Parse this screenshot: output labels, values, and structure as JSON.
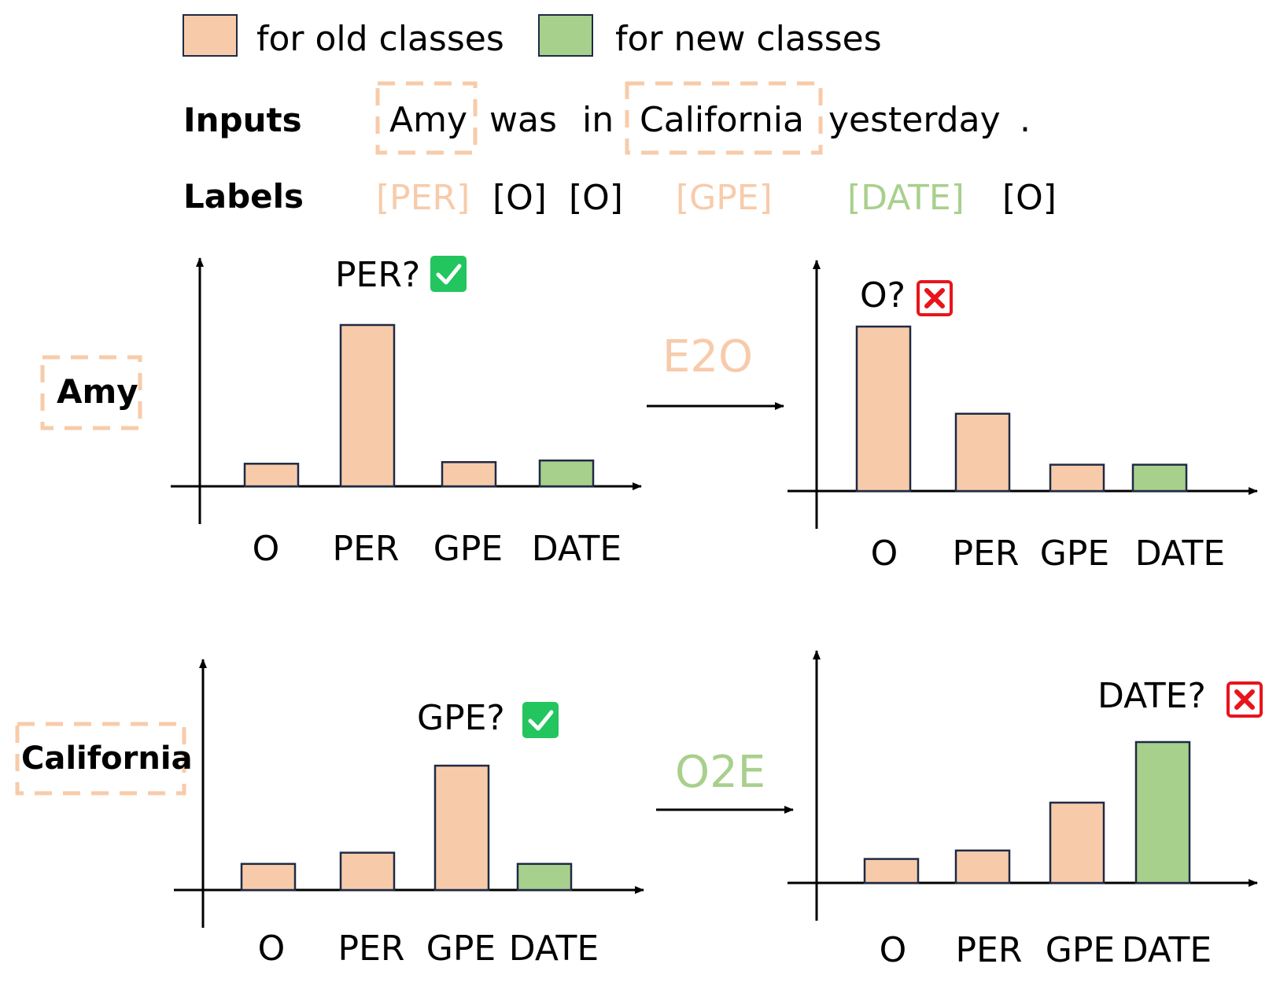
{
  "legend": [
    {
      "label": "for old classes",
      "color": "#F7CBAA"
    },
    {
      "label": "for new classes",
      "color": "#A8D08D"
    }
  ],
  "inputs": {
    "label": "Inputs",
    "tokens": [
      {
        "text": "Amy",
        "boxed": true
      },
      {
        "text": "was",
        "boxed": false
      },
      {
        "text": "in",
        "boxed": false
      },
      {
        "text": "California",
        "boxed": true
      },
      {
        "text": "yesterday",
        "boxed": false
      },
      {
        "text": ".",
        "boxed": false
      }
    ]
  },
  "labels": {
    "label": "Labels",
    "tags": [
      {
        "text": "[PER]",
        "kind": "old"
      },
      {
        "text": "[O]",
        "kind": "plain"
      },
      {
        "text": "[O]",
        "kind": "plain"
      },
      {
        "text": "[GPE]",
        "kind": "old"
      },
      {
        "text": "[DATE]",
        "kind": "new"
      },
      {
        "text": "[O]",
        "kind": "plain"
      }
    ]
  },
  "rows": [
    {
      "entity": "Amy",
      "transform": "E2O",
      "transform_color": "#F7CBAA"
    },
    {
      "entity": "California",
      "transform": "O2E",
      "transform_color": "#A8D08D"
    }
  ],
  "colors": {
    "old": "#F7CBAA",
    "new": "#A8D08D",
    "check": "#22C55E",
    "cross": "#E8141B",
    "bar_stroke": "#1F2A44"
  },
  "chart_data": [
    {
      "type": "bar",
      "categories": [
        "O",
        "PER",
        "GPE",
        "DATE"
      ],
      "values": [
        0.14,
        1.0,
        0.15,
        0.16
      ],
      "series_kind": [
        "old",
        "old",
        "old",
        "new"
      ],
      "annotation": "PER?",
      "correct": true
    },
    {
      "type": "bar",
      "categories": [
        "O",
        "PER",
        "GPE",
        "DATE"
      ],
      "values": [
        1.0,
        0.47,
        0.16,
        0.16
      ],
      "series_kind": [
        "old",
        "old",
        "old",
        "new"
      ],
      "annotation": "O?",
      "correct": false
    },
    {
      "type": "bar",
      "categories": [
        "O",
        "PER",
        "GPE",
        "DATE"
      ],
      "values": [
        0.21,
        0.3,
        1.0,
        0.21
      ],
      "series_kind": [
        "old",
        "old",
        "old",
        "new"
      ],
      "annotation": "GPE?",
      "correct": true
    },
    {
      "type": "bar",
      "categories": [
        "O",
        "PER",
        "GPE",
        "DATE"
      ],
      "values": [
        0.17,
        0.23,
        0.57,
        1.0
      ],
      "series_kind": [
        "old",
        "old",
        "old",
        "new"
      ],
      "annotation": "DATE?",
      "correct": false
    }
  ]
}
